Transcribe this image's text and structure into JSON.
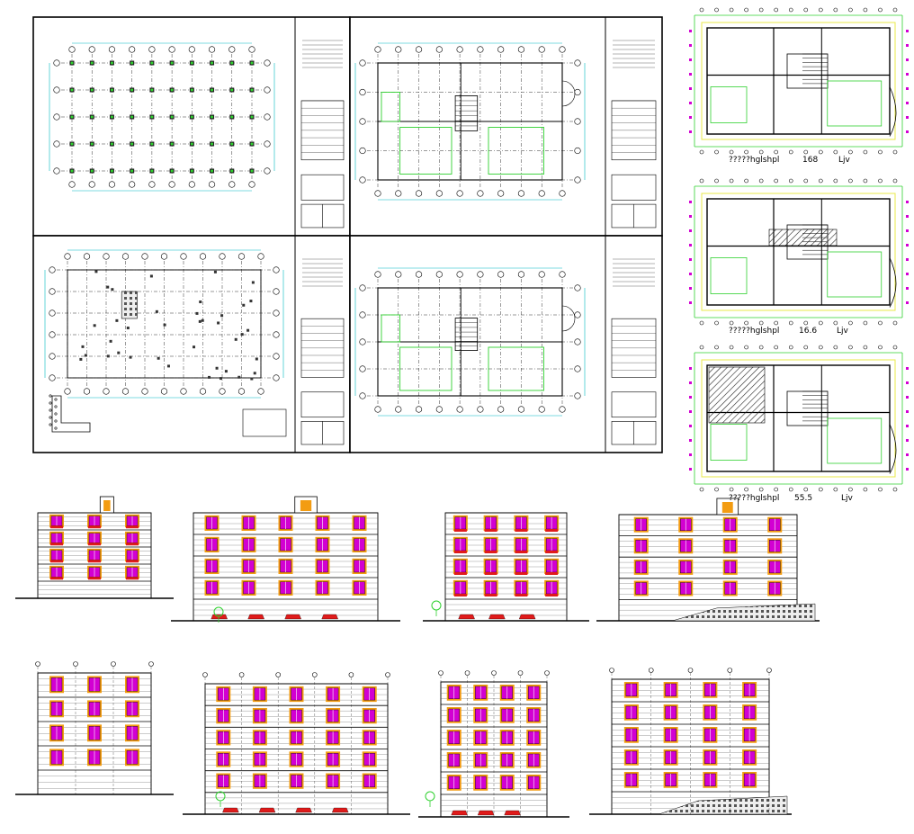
{
  "colors": {
    "line": "#000000",
    "grid": "#00b7c2",
    "wall_green": "#2fd12f",
    "dim_yellow": "#e8e84a",
    "window_magenta": "#d200d2",
    "window_orange": "#f39c12",
    "accent_red": "#e01b1b",
    "hatch": "#333333"
  },
  "floor_plan_captions": [
    {
      "label": "?????hglshpl",
      "value": "168",
      "unit": "Ljv"
    },
    {
      "label": "?????hglshpl",
      "value": "16.6",
      "unit": "Ljv"
    },
    {
      "label": "?????hglshpl",
      "value": "55.5",
      "unit": "Ljv"
    }
  ]
}
